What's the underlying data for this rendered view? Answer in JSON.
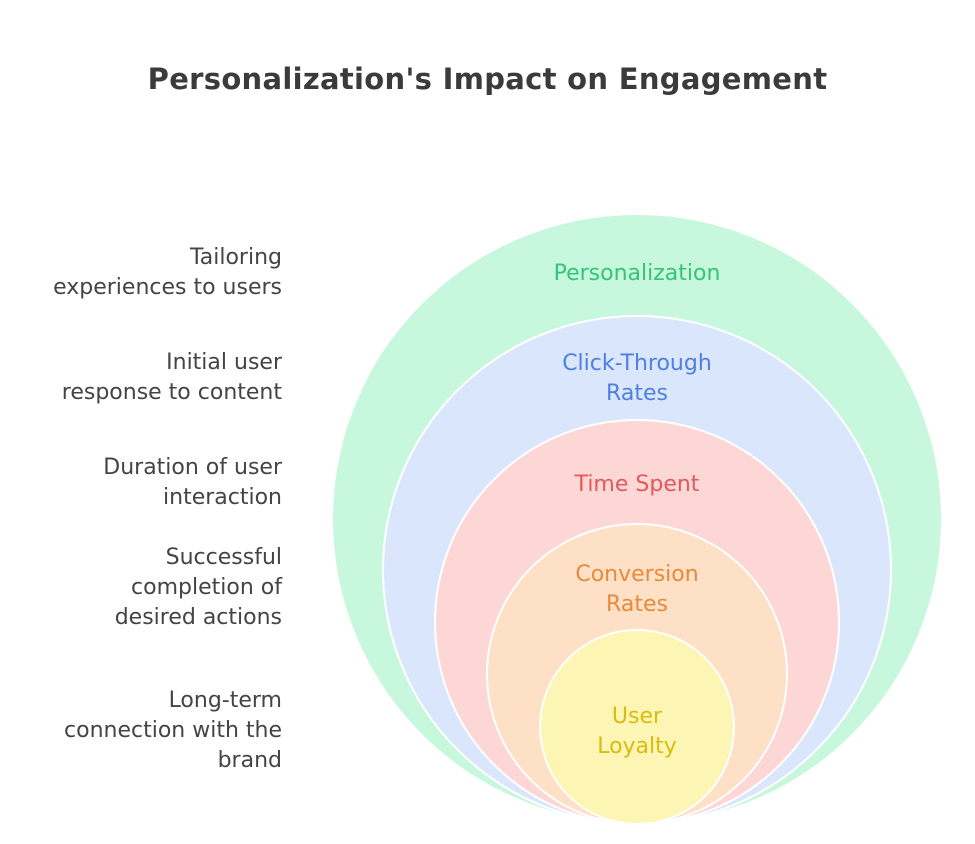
{
  "title": "Personalization's Impact on Engagement",
  "levels": [
    {
      "label_lines": [
        "Personalization"
      ],
      "description": "Tailoring\nexperiences to users",
      "fill": "#c7f7dc",
      "text_color": "#34c47a"
    },
    {
      "label_lines": [
        "Click-Through",
        "Rates"
      ],
      "description": "Initial user\nresponse to content",
      "fill": "#d9e6fb",
      "text_color": "#4f7fe0"
    },
    {
      "label_lines": [
        "Time Spent"
      ],
      "description": "Duration of user\ninteraction",
      "fill": "#fdd6d6",
      "text_color": "#e05a5a"
    },
    {
      "label_lines": [
        "Conversion",
        "Rates"
      ],
      "description": "Successful\ncompletion of\ndesired actions",
      "fill": "#fde0c6",
      "text_color": "#e88a3a"
    },
    {
      "label_lines": [
        "User",
        "Loyalty"
      ],
      "description": "Long-term\nconnection with the\nbrand",
      "fill": "#fdf5b3",
      "text_color": "#d8bc10"
    }
  ]
}
